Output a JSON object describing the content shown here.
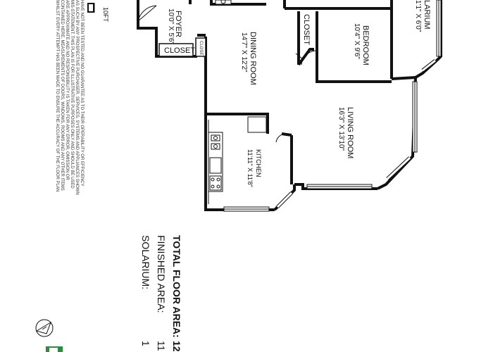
{
  "scale": {
    "label": "10FT"
  },
  "rooms": {
    "foyer": {
      "name": "FOYER",
      "dims": "10'0\" X 5'6\""
    },
    "closet_left": {
      "name": "CLOSET"
    },
    "closet_small": {
      "name": "CLOSET"
    },
    "dining": {
      "name": "DINING ROOM",
      "dims": "14'7\" X 12'2\""
    },
    "kitchen": {
      "name": "KITCHEN",
      "dims": "11'11\" X 11'8\""
    },
    "closet_right": {
      "name": "CLOSET"
    },
    "bedroom": {
      "name": "BEDROOM",
      "dims": "10'4\" X 9'6\""
    },
    "living": {
      "name": "LIVING ROOM",
      "dims": "16'3\" X 13'10\""
    },
    "solarium": {
      "name": "LARIUM",
      "dims": "1'1\" X 6'0\""
    }
  },
  "totals": {
    "total_label": "TOTAL FLOOR AREA:",
    "total_value": "12",
    "finished_label": "FINISHED AREA:",
    "finished_value": "11",
    "solarium_label": "SOLARIUM:",
    "solarium_value": "1"
  },
  "disclaimer": [
    "WHILST EVERY ATTEMPT HAS BEEN MADE TO ENSURE THE ACCURACY OF THE FLOOR PLAN",
    "CONTAINED HERE, MEASUREMENTS OF DOORS, WINDOWS, ROOMS AND ANY OTHER ITEMS",
    "ARE APPROXIMATE AND NO RESPONSIBILITY IS TAKEN FOR ANY ERROR, OMISSION OR",
    "MIS-STATEMENT. THIS PLAN IS FOR ILLUSTRATIVE PURPOSES ONLY AND SHOULD BE USED",
    "AS SUCH BY ANY PROSPECTIVE PURCHASER. SERVICES, SYSTEMS AND APPLIANCES SHOWN",
    "HAVE NOT BEEN TESTED AND NO GUARANTEE AS TO THEIR OPERABILITY OR EFFICIENCY"
  ],
  "colors": {
    "wall": "#111111",
    "logo": "#2e8b3a"
  }
}
